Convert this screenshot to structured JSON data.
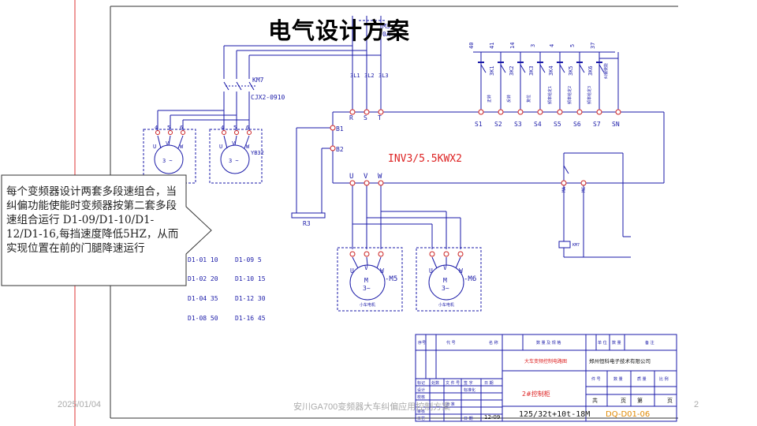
{
  "slide": {
    "title": "电气设计方案",
    "callout": "每个变频器设计两套多段速组合，当纠偏功能使能时变频器按第二套多段速组合运行 D1-09/D1-10/D1-12/D1-16,每挡速度降低5HZ，从而实现位置在前的门腿降速运行",
    "footer_date": "2025/01/04",
    "footer_center": "安川GA700变频器大车纠偏应用控制方案",
    "page_number": "2"
  },
  "diagram": {
    "breaker_label_1": "M3",
    "breaker_label_2": "0A",
    "lines": [
      "3L1",
      "3L2",
      "3L3"
    ],
    "contactor": "KM7",
    "contactor_model": "CJX2-0910",
    "inverter": "INV3/5.5KWX2",
    "brake_terminals": [
      "B1",
      "B2"
    ],
    "resistor": "R3",
    "input_terminals": [
      "R",
      "S",
      "T"
    ],
    "output_terminals": [
      "U",
      "V",
      "W"
    ],
    "brake_units": [
      {
        "terminals": [
          "4",
          "5",
          "6"
        ],
        "phases": [
          "U",
          "V",
          "W"
        ],
        "symbol": "3 ~",
        "label": ""
      },
      {
        "terminals": [
          "4",
          "5",
          "6"
        ],
        "phases": [
          "U",
          "V",
          "W"
        ],
        "symbol": "3 ~",
        "label": "YB32"
      }
    ],
    "motors": [
      {
        "name": "M",
        "symbol": "3~",
        "label": "-M5",
        "caption": "小车电机"
      },
      {
        "name": "M",
        "symbol": "3~",
        "label": "-M6",
        "caption": "小车电机"
      }
    ],
    "control_wires": [
      "40",
      "41",
      "14",
      "3",
      "4",
      "5",
      "37"
    ],
    "switches": [
      "3K1",
      "3K2",
      "3K3",
      "3K4",
      "3K5",
      "3K6",
      ""
    ],
    "switch_notes": [
      "正转",
      "反转",
      "复位",
      "频率给定1",
      "频率给定2",
      "频率给定3",
      "纠偏使能"
    ],
    "inputs": [
      "S1",
      "S2",
      "S3",
      "S4",
      "S5",
      "S6",
      "S7",
      "SN"
    ],
    "relay_terminals": [
      "MA",
      "MC"
    ],
    "coil": "KM7",
    "params": [
      {
        "left": "D1-01 10",
        "right": "D1-09 5"
      },
      {
        "left": "D1-02 20",
        "right": "D1-10 15"
      },
      {
        "left": "D1-04 35",
        "right": "D1-12 30"
      },
      {
        "left": "D1-08 50",
        "right": "D1-16 45"
      }
    ]
  },
  "title_block": {
    "header_cells": [
      "序号",
      "代 号",
      "名 称",
      "",
      "数 量 及 规 格",
      "",
      "单 位",
      "数 量",
      "",
      "备 注"
    ],
    "project": "大车变频控制电路图",
    "company": "郑州恒科电子技术有限公司",
    "drawing_title": "2#控制柜",
    "row_labels": [
      "标记",
      "处数",
      "文 件 号",
      "签 字",
      "日 期"
    ],
    "roles": [
      "设计",
      "校核",
      "审核",
      "工艺"
    ],
    "standardize": "标准化",
    "approve": "批 准",
    "stage_cells": [
      "件 号",
      "数 量",
      "质 量",
      "比 例"
    ],
    "sheet_cells": [
      "共",
      "页",
      "第",
      "页"
    ],
    "date_label": "日 期",
    "date": "12-09",
    "spec": "125/32t+10t-18M",
    "drawing_no": "DQ-D01-06"
  }
}
